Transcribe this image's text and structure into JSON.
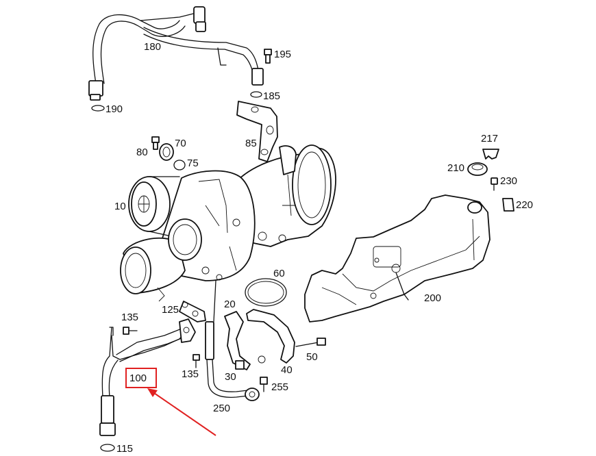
{
  "labels": {
    "p180": "180",
    "p195": "195",
    "p185": "185",
    "p190": "190",
    "p80": "80",
    "p70": "70",
    "p75": "75",
    "p85": "85",
    "p10": "10",
    "p217": "217",
    "p210": "210",
    "p230": "230",
    "p220": "220",
    "p200": "200",
    "p60": "60",
    "p125": "125",
    "p20": "20",
    "p135a": "135",
    "p135b": "135",
    "p100": "100",
    "p30": "30",
    "p40": "40",
    "p50": "50",
    "p255": "255",
    "p250": "250",
    "p115": "115"
  },
  "colors": {
    "line": "#111111",
    "highlight": "#e02020",
    "background": "#ffffff"
  },
  "highlighted_part": "100"
}
